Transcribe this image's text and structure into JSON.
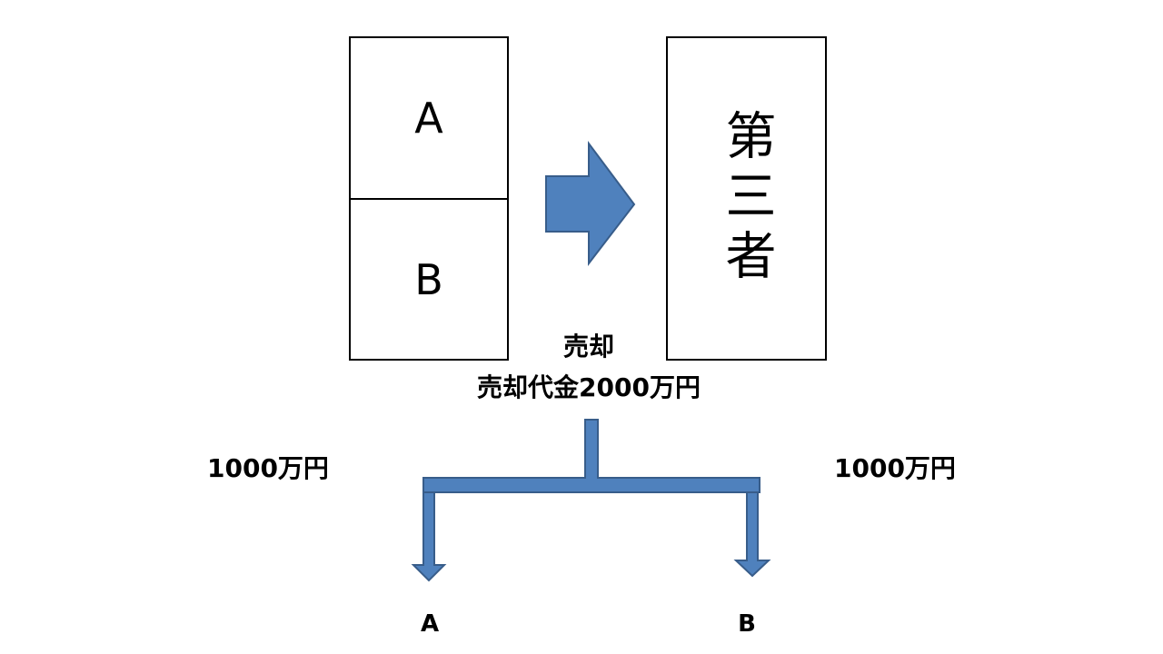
{
  "left_box": {
    "top_label": "A",
    "bottom_label": "B"
  },
  "third_party": {
    "label": "第三者"
  },
  "transfer": {
    "action_label": "売却",
    "proceeds_label": "売却代金2000万円"
  },
  "split": {
    "left_amount": "1000万円",
    "right_amount": "1000万円",
    "left_recipient": "A",
    "right_recipient": "B"
  },
  "colors": {
    "arrow_fill": "#4f81bd",
    "arrow_stroke": "#385d8a"
  }
}
